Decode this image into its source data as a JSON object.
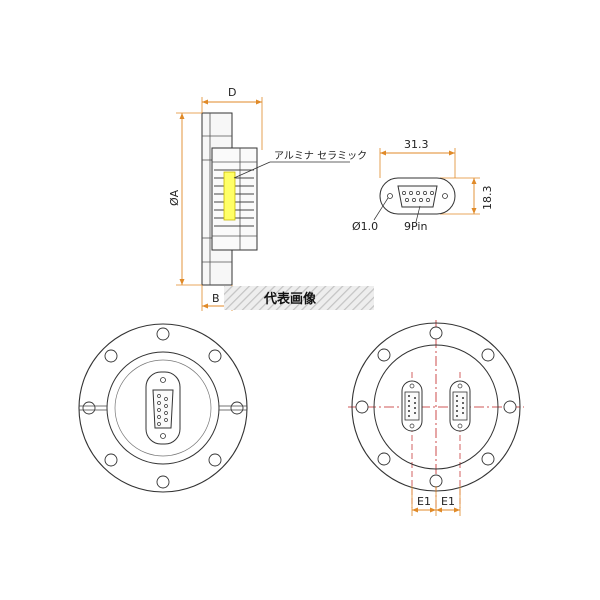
{
  "labels": {
    "D": "D",
    "phiA": "ØA",
    "B": "B",
    "material": "アルミナ セラミック",
    "width": "31.3",
    "height": "18.3",
    "hole": "Ø1.0",
    "pins": "9Pin",
    "banner": "代表画像",
    "e1_left": "E1",
    "e1_right": "E1"
  },
  "colors": {
    "dimension_line": "#e08a28",
    "center_line": "#c02020",
    "ceramic": "#ffff66",
    "outline": "#333333",
    "flange_fill": "#f4f4f4"
  }
}
